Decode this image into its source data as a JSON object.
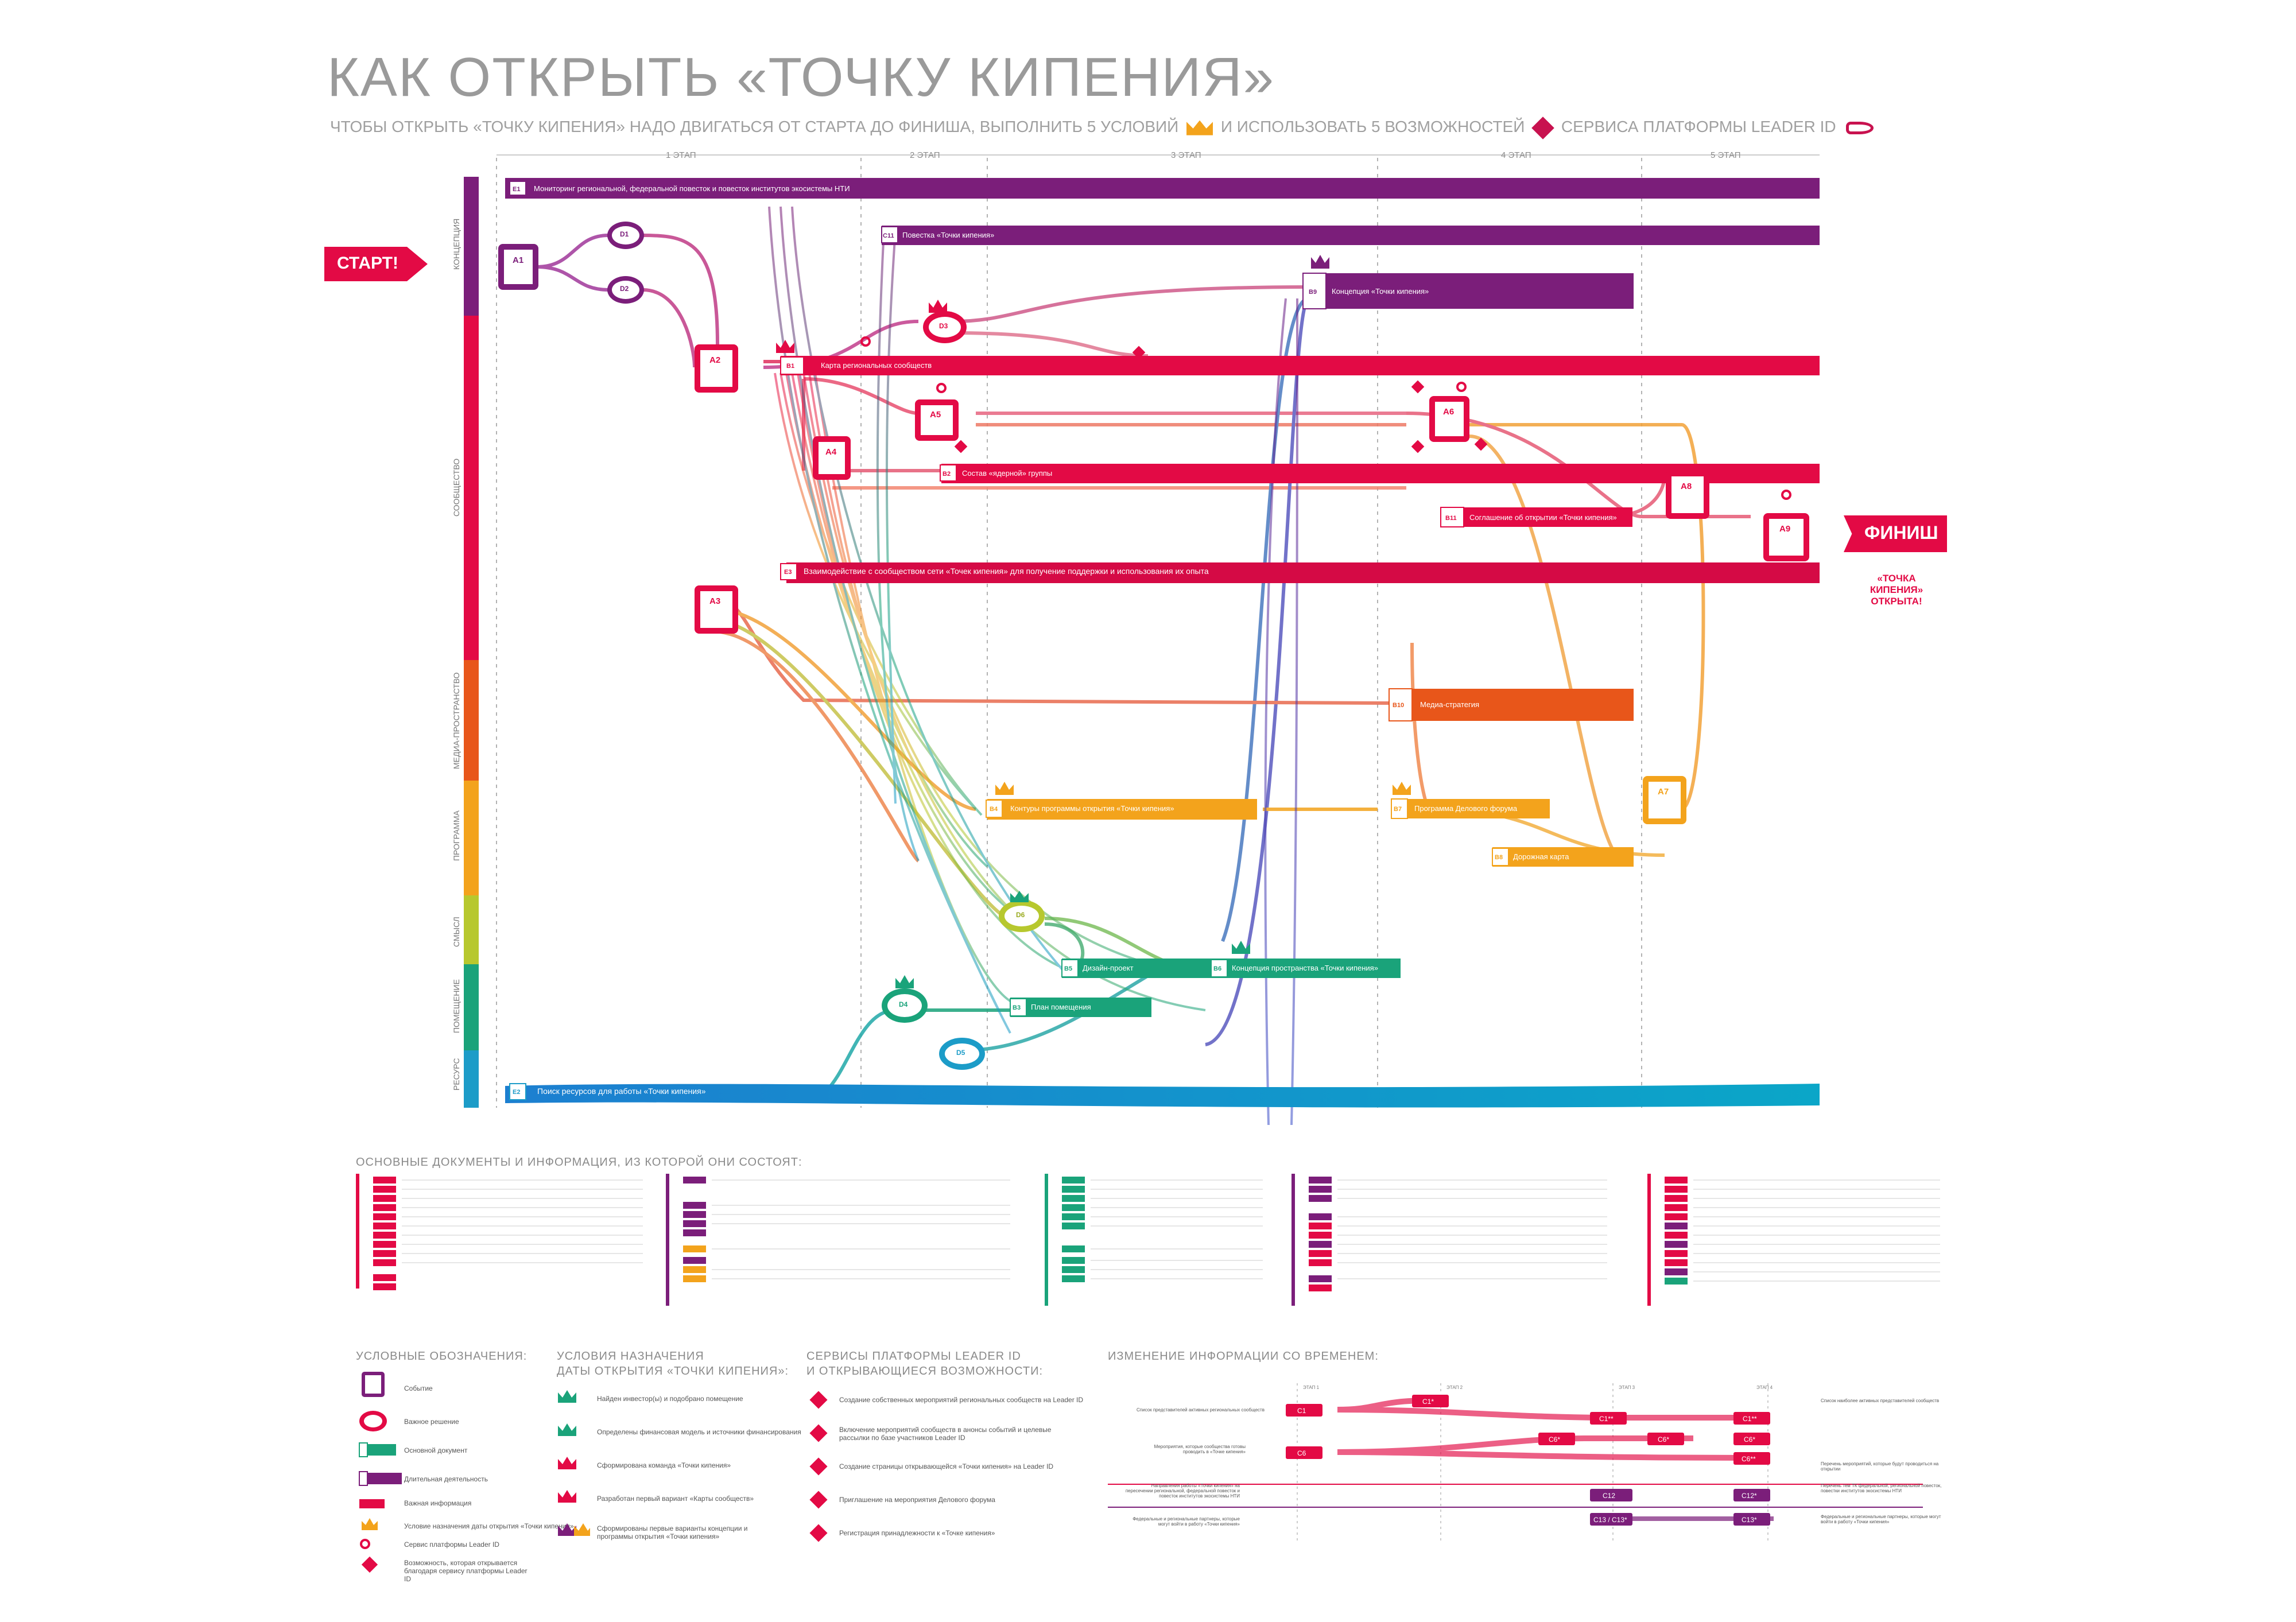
{
  "title": "КАК ОТКРЫТЬ «ТОЧКУ КИПЕНИЯ»",
  "subtitle": {
    "part1": "ЧТОБЫ ОТКРЫТЬ «ТОЧКУ КИПЕНИЯ» НАДО ДВИГАТЬСЯ ОТ СТАРТА ДО ФИНИША, ВЫПОЛНИТЬ 5 УСЛОВИЙ",
    "part2": "И ИСПОЛЬЗОВАТЬ 5 ВОЗМОЖНОСТЕЙ",
    "part3": "СЕРВИСА ПЛАТФОРМЫ LEADER ID"
  },
  "stages": [
    "1 ЭТАП",
    "2 ЭТАП",
    "3 ЭТАП",
    "4 ЭТАП",
    "5 ЭТАП"
  ],
  "lanes": [
    "КОНЦЕПЦИЯ",
    "СООБЩЕСТВО",
    "МЕДИА-ПРОСТРАНСТВО",
    "ПРОГРАММА",
    "СМЫСЛ",
    "ПОМЕЩЕНИЕ",
    "РЕСУРС"
  ],
  "start_label": "СТАРТ!",
  "finish_label": "ФИНИШ",
  "finish_caption": "«ТОЧКА КИПЕНИЯ» ОТКРЫТА!",
  "bands": {
    "e1": {
      "code": "E1",
      "label": "Мониторинг региональной, федеральной повесток и повесток институтов экосистемы НТИ"
    },
    "c11": {
      "code": "C11",
      "label": "Повестка «Точки кипения»"
    },
    "b9": {
      "code": "B9",
      "label": "Концепция «Точки кипения»"
    },
    "b1": {
      "code": "B1",
      "label": "Карта региональных сообществ"
    },
    "b2": {
      "code": "B2",
      "label": "Состав «ядерной» группы"
    },
    "b11": {
      "code": "B11",
      "label": "Соглашение об открытии «Точки кипения»"
    },
    "e3": {
      "code": "E3",
      "label": "Взаимодействие с сообществом сети «Точек кипения» для получение поддержки и использования их опыта"
    },
    "b10": {
      "code": "B10",
      "label": "Медиа-стратегия"
    },
    "b4": {
      "code": "B4",
      "label": "Контуры программы открытия «Точки кипения»"
    },
    "b7": {
      "code": "B7",
      "label": "Программа Делового форума"
    },
    "b8": {
      "code": "B8",
      "label": "Дорожная карта"
    },
    "b5": {
      "code": "B5",
      "label": "Дизайн-проект"
    },
    "b6": {
      "code": "B6",
      "label": "Концепция пространства «Точки кипения»"
    },
    "b3": {
      "code": "B3",
      "label": "План помещения"
    },
    "e2": {
      "code": "E2",
      "label": "Поиск ресурсов для работы «Точки кипения»"
    }
  },
  "events": [
    "A1",
    "A2",
    "A3",
    "A4",
    "A5",
    "A6",
    "A7",
    "A8",
    "A9"
  ],
  "decisions": [
    "D1",
    "D2",
    "D3",
    "D4",
    "D5",
    "D6"
  ],
  "sections": {
    "docs_title": "ОСНОВНЫЕ ДОКУМЕНТЫ И ИНФОРМАЦИЯ, ИЗ КОТОРОЙ ОНИ СОСТОЯТ:",
    "legend_title": "УСЛОВНЫЕ ОБОЗНАЧЕНИЯ:",
    "conditions_title1": "УСЛОВИЯ НАЗНАЧЕНИЯ",
    "conditions_title2": "ДАТЫ ОТКРЫТИЯ «ТОЧКИ КИПЕНИЯ»:",
    "services_title1": "СЕРВИСЫ ПЛАТФОРМЫ LEADER ID",
    "services_title2": "И ОТКРЫВАЮЩИЕСЯ ВОЗМОЖНОСТИ:",
    "timeline_title": "ИЗМЕНЕНИЕ ИНФОРМАЦИИ СО ВРЕМЕНЕМ:"
  },
  "legend": [
    "Событие",
    "Важное решение",
    "Основной документ",
    "Длительная деятельность",
    "Важная информация",
    "Условие назначения даты открытия «Точки кипения»",
    "Сервис платформы Leader ID",
    "Возможность, которая открывается благодаря сервису платформы Leader ID"
  ],
  "conditions": [
    "Найден инвестор(ы) и подобрано помещение",
    "Определены финансовая модель и источники финансирования",
    "Сформирована команда «Точки кипения»",
    "Разработан первый вариант «Карты сообществ»",
    "Сформированы первые варианты концепции и программы открытия «Точки кипения»"
  ],
  "services": [
    "Создание собственных мероприятий региональных сообществ на Leader ID",
    "Включение мероприятий сообществ в анонсы событий и целевые рассылки по базе участников Leader ID",
    "Создание страницы открывающейся «Точки кипения» на Leader ID",
    "Приглашение на мероприятия Делового форума",
    "Регистрация принадлежности к «Точке кипения»"
  ],
  "timeline": {
    "stages": [
      "ЭТАП 1",
      "ЭТАП 2",
      "ЭТАП 3",
      "ЭТАП 4"
    ],
    "rows": [
      {
        "left": "Список представителей активных региональных сообществ",
        "tags": [
          "C1",
          "C1*",
          "C1**",
          "C1**"
        ],
        "right": "Список наиболее активных представителей сообществ"
      },
      {
        "left": "Мероприятия, которые сообщества готовы проводить в «Точке кипения»",
        "tags": [
          "C6",
          "C6*",
          "C6*",
          "C6*",
          "C6**"
        ],
        "right": "Перечень мероприятий, которые будут проводиться на открытии"
      },
      {
        "left": "Направления работы «Точки кипения» на пересечении региональной, федеральной повесток и повесток институтов экосистемы НТИ",
        "tags": [
          "C12",
          "C12*"
        ],
        "right": "Перечень тем ТК федеральной, региональной повесток, повестки институтов экосистемы НТИ"
      },
      {
        "left": "Федеральные и региональные партнеры, которые могут войти в работу «Точки кипения»",
        "tags": [
          "C13 / C13*",
          "C13*"
        ],
        "right": "Федеральные и региональные партнеры, которые могут войти в работу «Точки кипения»"
      }
    ]
  },
  "colors": {
    "purple": "#7b1e7a",
    "magenta": "#c8124f",
    "crimson": "#e30a45",
    "orange": "#e8561a",
    "amber": "#f3a31c",
    "lime": "#b7c82e",
    "green": "#1aa37a",
    "teal": "#1c9cc8"
  }
}
